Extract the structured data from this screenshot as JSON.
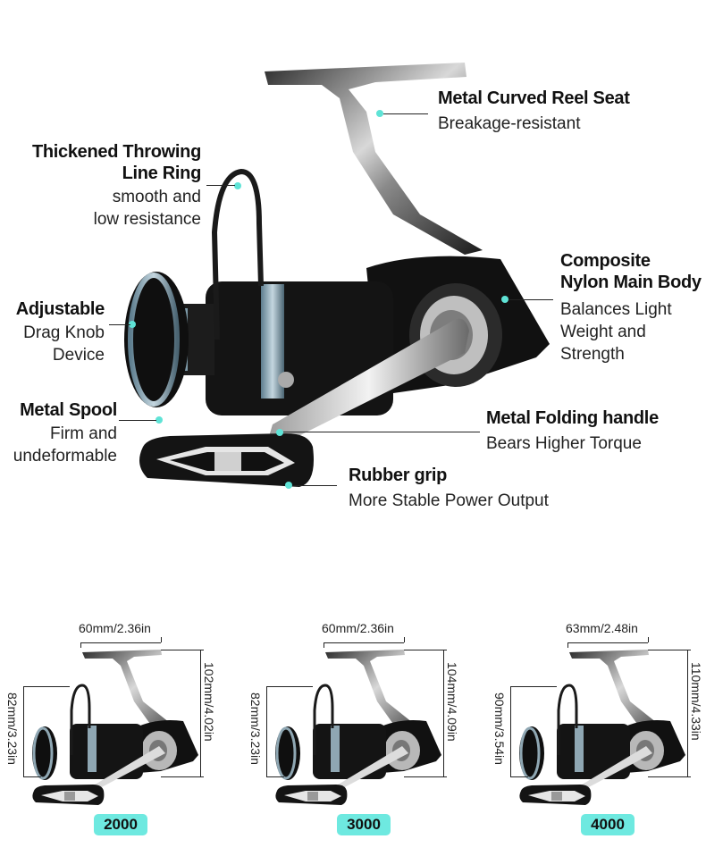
{
  "accent_color": "#5fe3d6",
  "badge_color": "#6ee9e0",
  "features": [
    {
      "id": "reel-seat",
      "title": "Metal Curved Reel Seat",
      "desc": [
        "Breakage-resistant"
      ]
    },
    {
      "id": "line-ring",
      "title": [
        "Thickened Throwing",
        "Line Ring"
      ],
      "desc": [
        "smooth and",
        "low resistance"
      ]
    },
    {
      "id": "main-body",
      "title": [
        "Composite",
        "Nylon Main Body"
      ],
      "desc": [
        "Balances Light",
        "Weight and",
        "Strength"
      ]
    },
    {
      "id": "drag-knob",
      "title": "Adjustable",
      "desc": [
        "Drag Knob",
        "Device"
      ]
    },
    {
      "id": "spool",
      "title": "Metal Spool",
      "desc": [
        "Firm and",
        "undeformable"
      ]
    },
    {
      "id": "handle",
      "title": "Metal Folding handle",
      "desc": [
        "Bears Higher Torque"
      ]
    },
    {
      "id": "grip",
      "title": "Rubber grip",
      "desc": [
        "More Stable Power Output"
      ]
    }
  ],
  "sizes": [
    {
      "model": "2000",
      "width": "60mm/2.36in",
      "height": "102mm/4.02in",
      "spool_height": "82mm/3.23in"
    },
    {
      "model": "3000",
      "width": "60mm/2.36in",
      "height": "104mm/4.09in",
      "spool_height": "82mm/3.23in"
    },
    {
      "model": "4000",
      "width": "63mm/2.48in",
      "height": "110mm/4.33in",
      "spool_height": "90mm/3.54in"
    }
  ]
}
